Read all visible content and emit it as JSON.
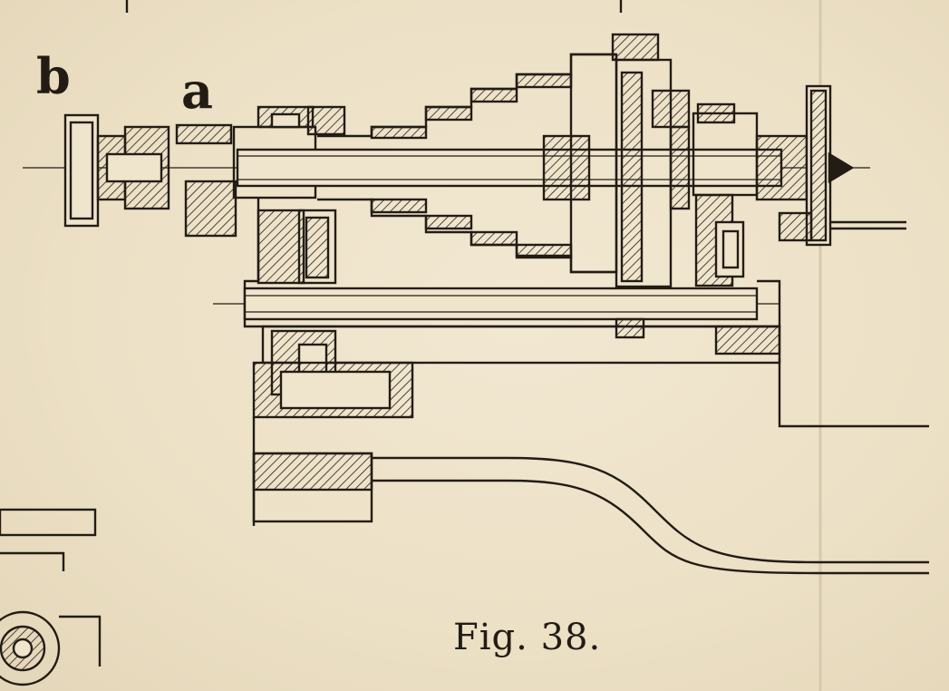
{
  "figure": {
    "caption": "Fig. 38.",
    "part_labels": {
      "b": "b",
      "a": "a"
    }
  },
  "icons": {
    "drawing": "lathe-headstock-section-drawing"
  },
  "colors": {
    "paper": "#efe4cc",
    "ink": "#231c14",
    "show_through_text": "#cfc2a6"
  }
}
